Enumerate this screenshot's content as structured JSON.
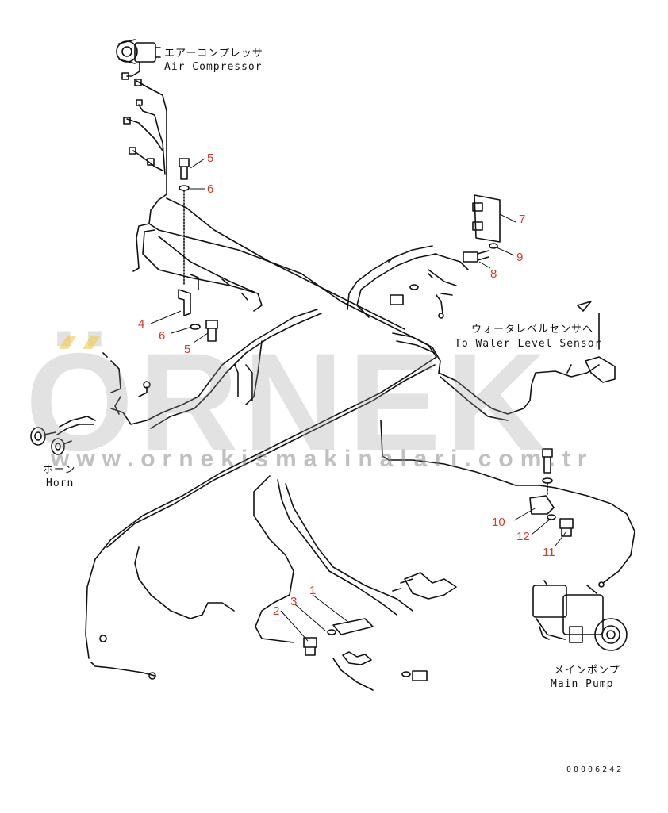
{
  "labels": {
    "air_compressor_jp": "エアーコンプレッサ",
    "air_compressor_en": "Air Compressor",
    "water_level_sensor_jp": "ウォータレベルセンサへ",
    "water_level_sensor_en": "To Waler Level Sensor",
    "horn_jp": "ホーン",
    "horn_en": "Horn",
    "main_pump_jp": "メインポンプ",
    "main_pump_en": "Main Pump"
  },
  "part_numbers": {
    "p1": "1",
    "p2": "2",
    "p3": "3",
    "p4": "4",
    "p5a": "5",
    "p5b": "5",
    "p6a": "6",
    "p6b": "6",
    "p7": "7",
    "p8": "8",
    "p9": "9",
    "p10": "10",
    "p11": "11",
    "p12": "12"
  },
  "document_number": "00006242",
  "watermark": {
    "brand": "ÖRNEK",
    "url": "www.ornekismakinalari.com.tr"
  },
  "colors": {
    "line": "#111111",
    "part_number": "#d23a2a",
    "watermark": "#9a9a9a",
    "watermark_accent": "#f2c94c"
  }
}
